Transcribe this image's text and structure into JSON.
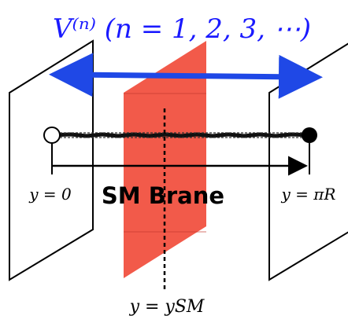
{
  "title": "V⁽ⁿ⁾ (n = 1, 2, 3, ⋯)",
  "left_boundary_label": "y = 0",
  "right_boundary_label": "y = πR",
  "brane_label": "SM Brane",
  "brane_position_label": "y = ySM",
  "colors": {
    "title_blue": "#1a1aff",
    "arrow_blue": "#1f48e6",
    "brane_red": "#f25a4a",
    "brane_red_dark": "#c73a2e",
    "ink": "#000000"
  },
  "icons": {
    "open_endpoint": "open-circle",
    "filled_endpoint": "filled-circle"
  }
}
